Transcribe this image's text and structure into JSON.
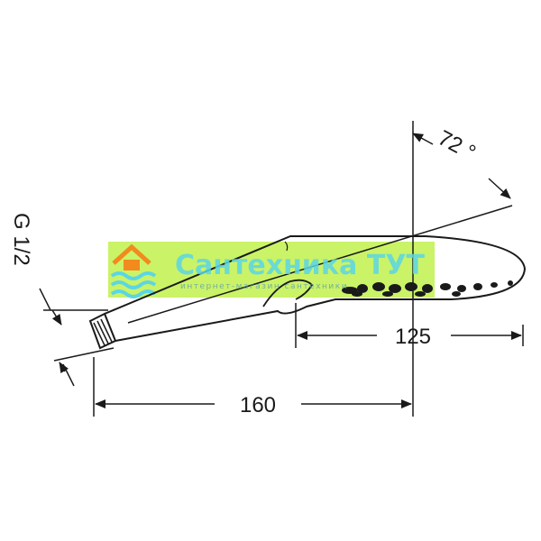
{
  "drawing": {
    "dimensions": {
      "thread": "G 1/2",
      "angle": "72 °",
      "head_length": "125",
      "total_length": "160"
    }
  },
  "watermark": {
    "title": "Сантехника ТУТ",
    "subtitle": "интернет-магазин сантехники",
    "colors": {
      "background": "#c6f25a",
      "title_text": "#5ad6e6",
      "accent": "#f28a1e",
      "subtitle_text": "#6aa0a8"
    }
  }
}
